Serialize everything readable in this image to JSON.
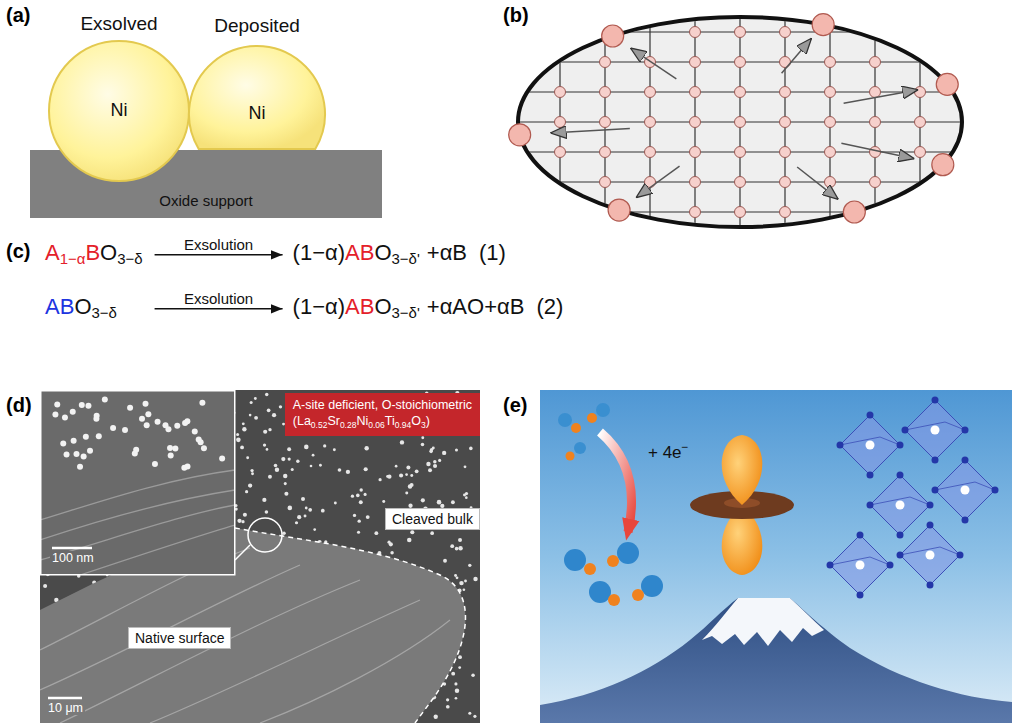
{
  "diagram": {
    "nodes": [
      {
        "text": [
          "Exsolved",
          "Ni"
        ]
      },
      {
        "text": [
          "Deposited",
          "Ni"
        ]
      },
      {
        "text": [
          "Oxide support"
        ]
      },
      {
        "text": [
          "A-site deficient, O-stoichiometric",
          "(La",
          "0.52",
          "Sr",
          "0.28",
          "Ni",
          "0.06",
          "Ti",
          "0.94",
          "O",
          "3",
          ")"
        ]
      },
      {
        "text": [
          "Cleaved bulk"
        ]
      },
      {
        "text": [
          "Native surface"
        ]
      }
    ],
    "labels": [
      "(a)",
      "(b)",
      "(c)",
      "(d)",
      "(e)",
      "A",
      "1−α",
      "B",
      "O",
      "3−δ",
      "Exsolution",
      "(1−α)",
      "A",
      "B",
      "O",
      "3−δ'",
      "+αB",
      "(1)",
      "A",
      "B",
      "O",
      "3−δ",
      "Exsolution",
      "(1−α)",
      "A",
      "B",
      "O",
      "3−δ'",
      "+αAO+αB",
      "(2)",
      "100 nm",
      "10 μm",
      "+ 4e",
      "−"
    ]
  }
}
